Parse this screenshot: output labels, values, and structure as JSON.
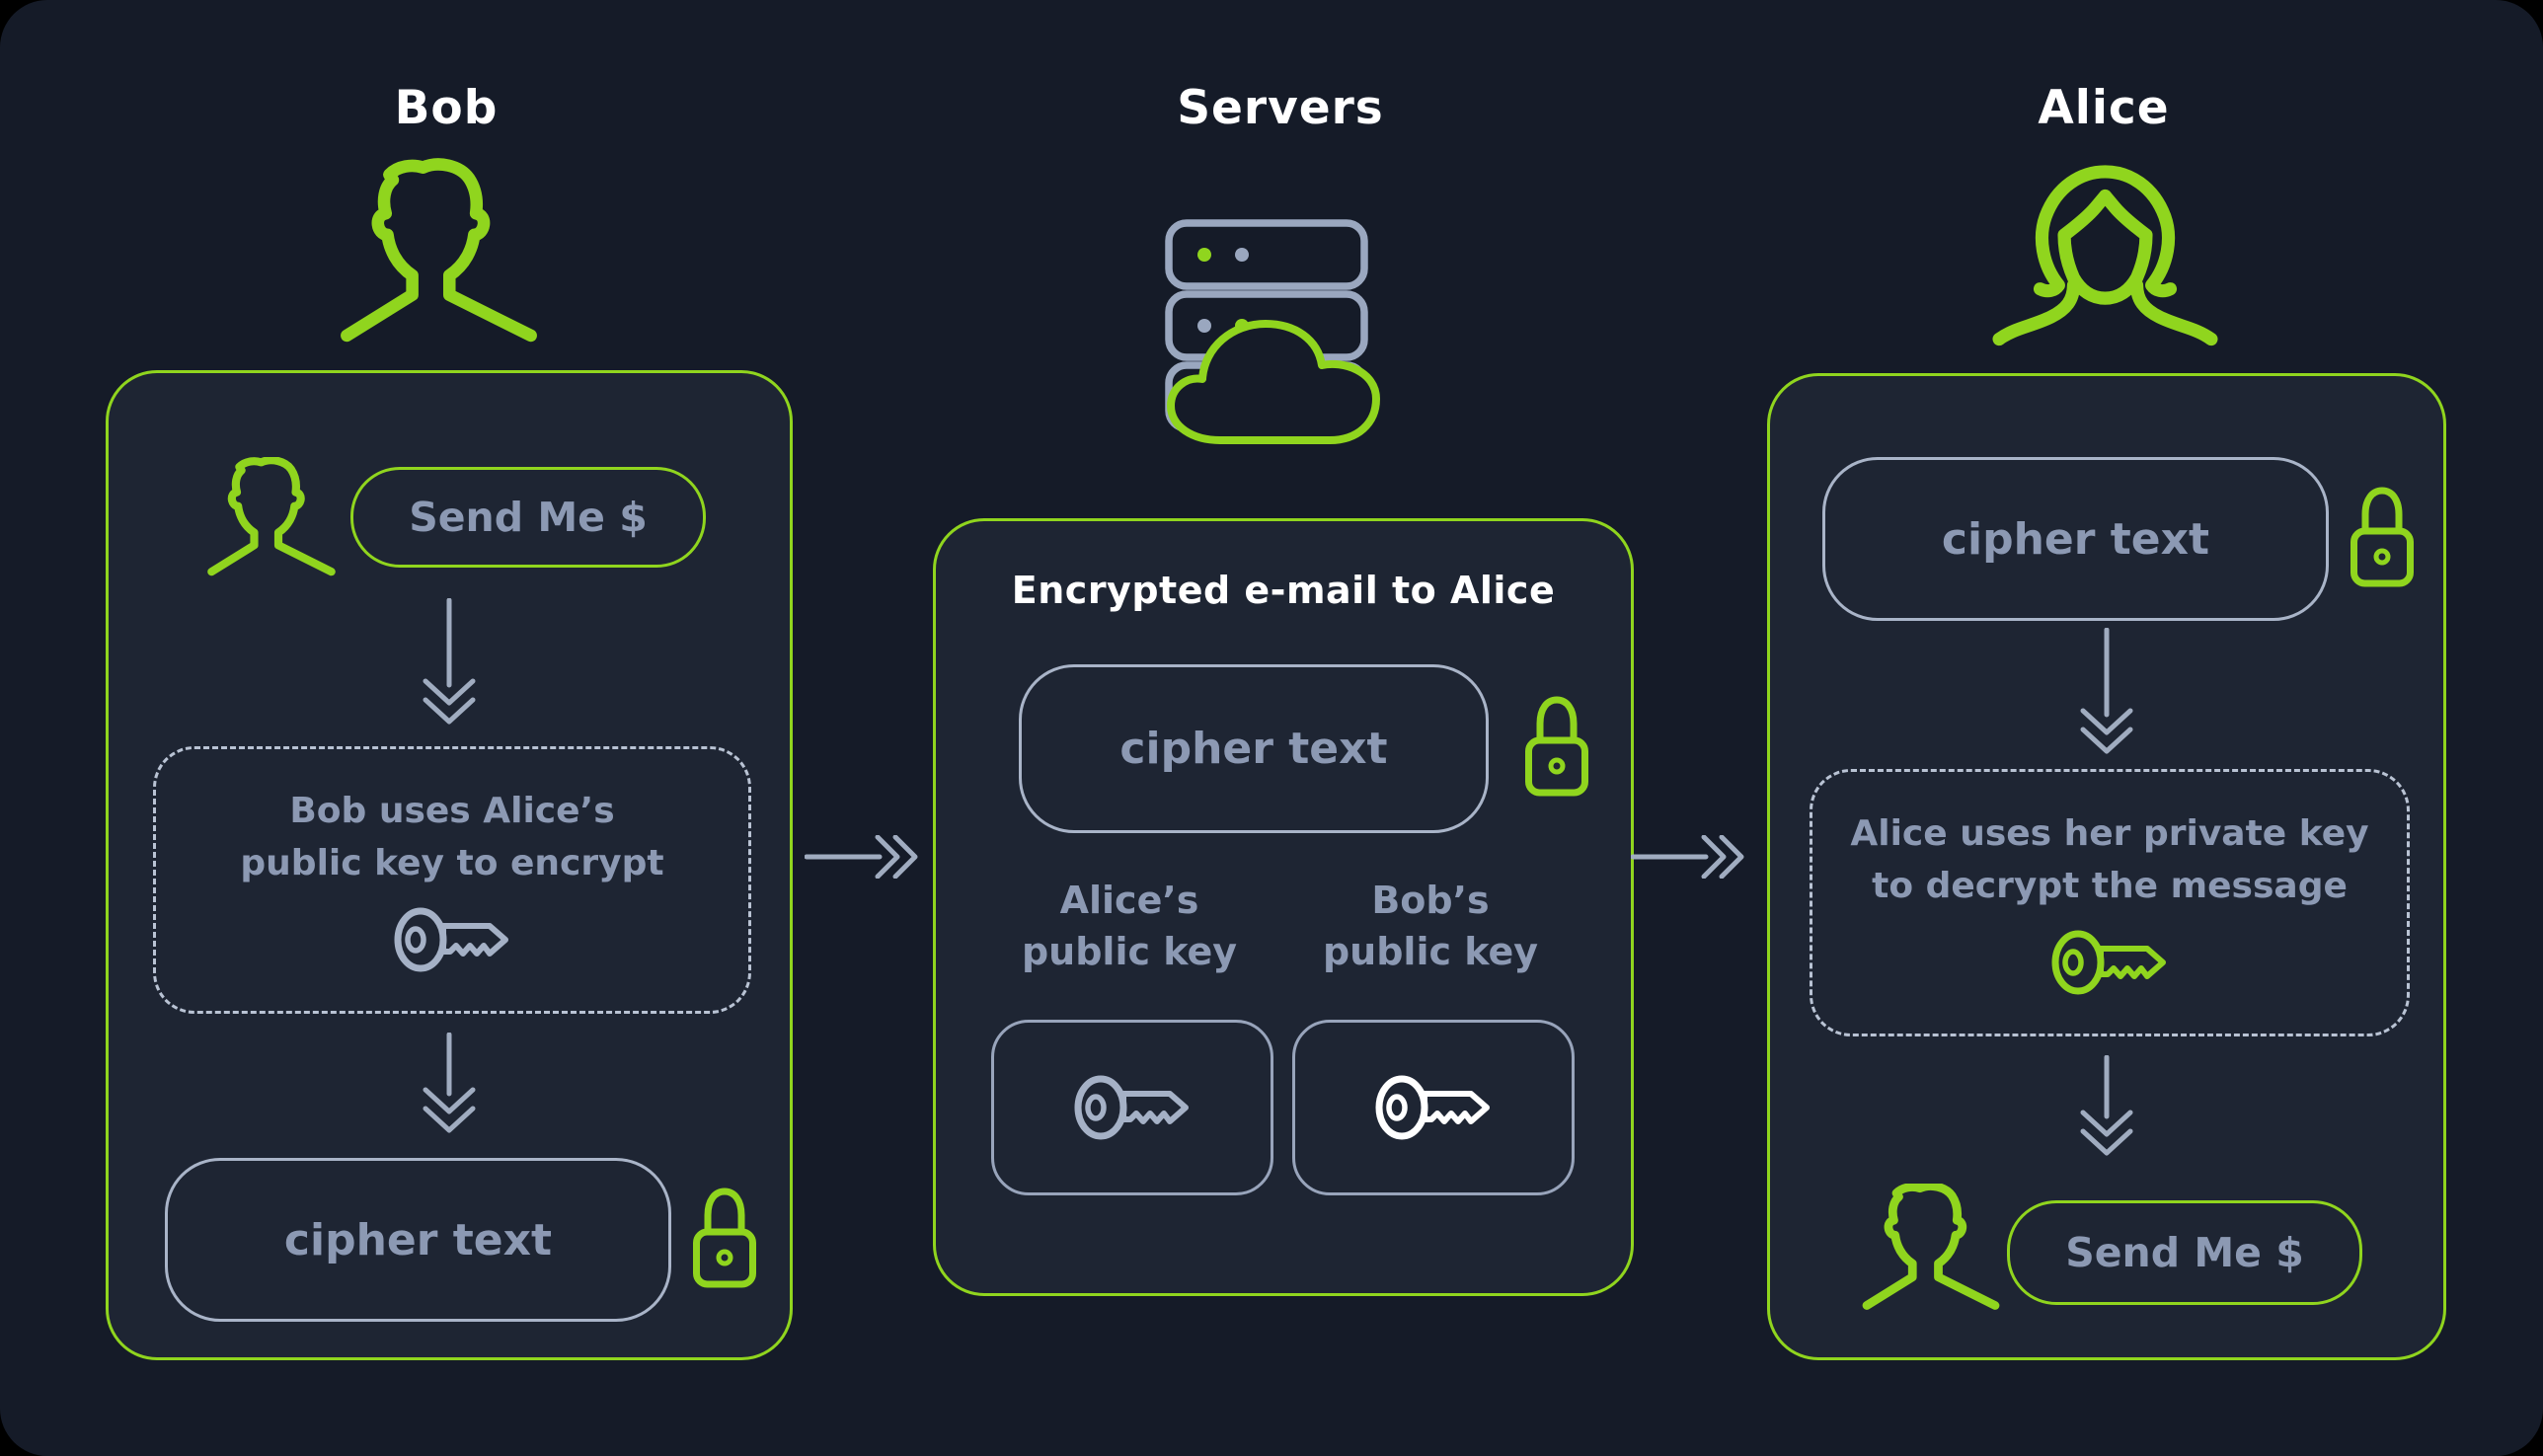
{
  "colors": {
    "background": "#151b28",
    "panel_background": "#1e2533",
    "accent_green": "#90d51e",
    "text_muted_blue": "#8c99b3",
    "outline_gray": "#a9b4c8",
    "dashed_border": "#b9c3d4",
    "white": "#ffffff"
  },
  "headers": {
    "bob": "Bob",
    "servers": "Servers",
    "alice": "Alice"
  },
  "bob_panel": {
    "message": "Send Me $",
    "process_line1": "Bob uses Alice’s",
    "process_line2": "public key to encrypt",
    "cipher": "cipher text"
  },
  "server_panel": {
    "title": "Encrypted e-mail to Alice",
    "cipher": "cipher text",
    "alice_key_line1": "Alice’s",
    "alice_key_line2": "public key",
    "bob_key_line1": "Bob’s",
    "bob_key_line2": "public key"
  },
  "alice_panel": {
    "cipher": "cipher text",
    "process_line1": "Alice uses her private key",
    "process_line2": "to decrypt the message",
    "message": "Send Me $"
  }
}
